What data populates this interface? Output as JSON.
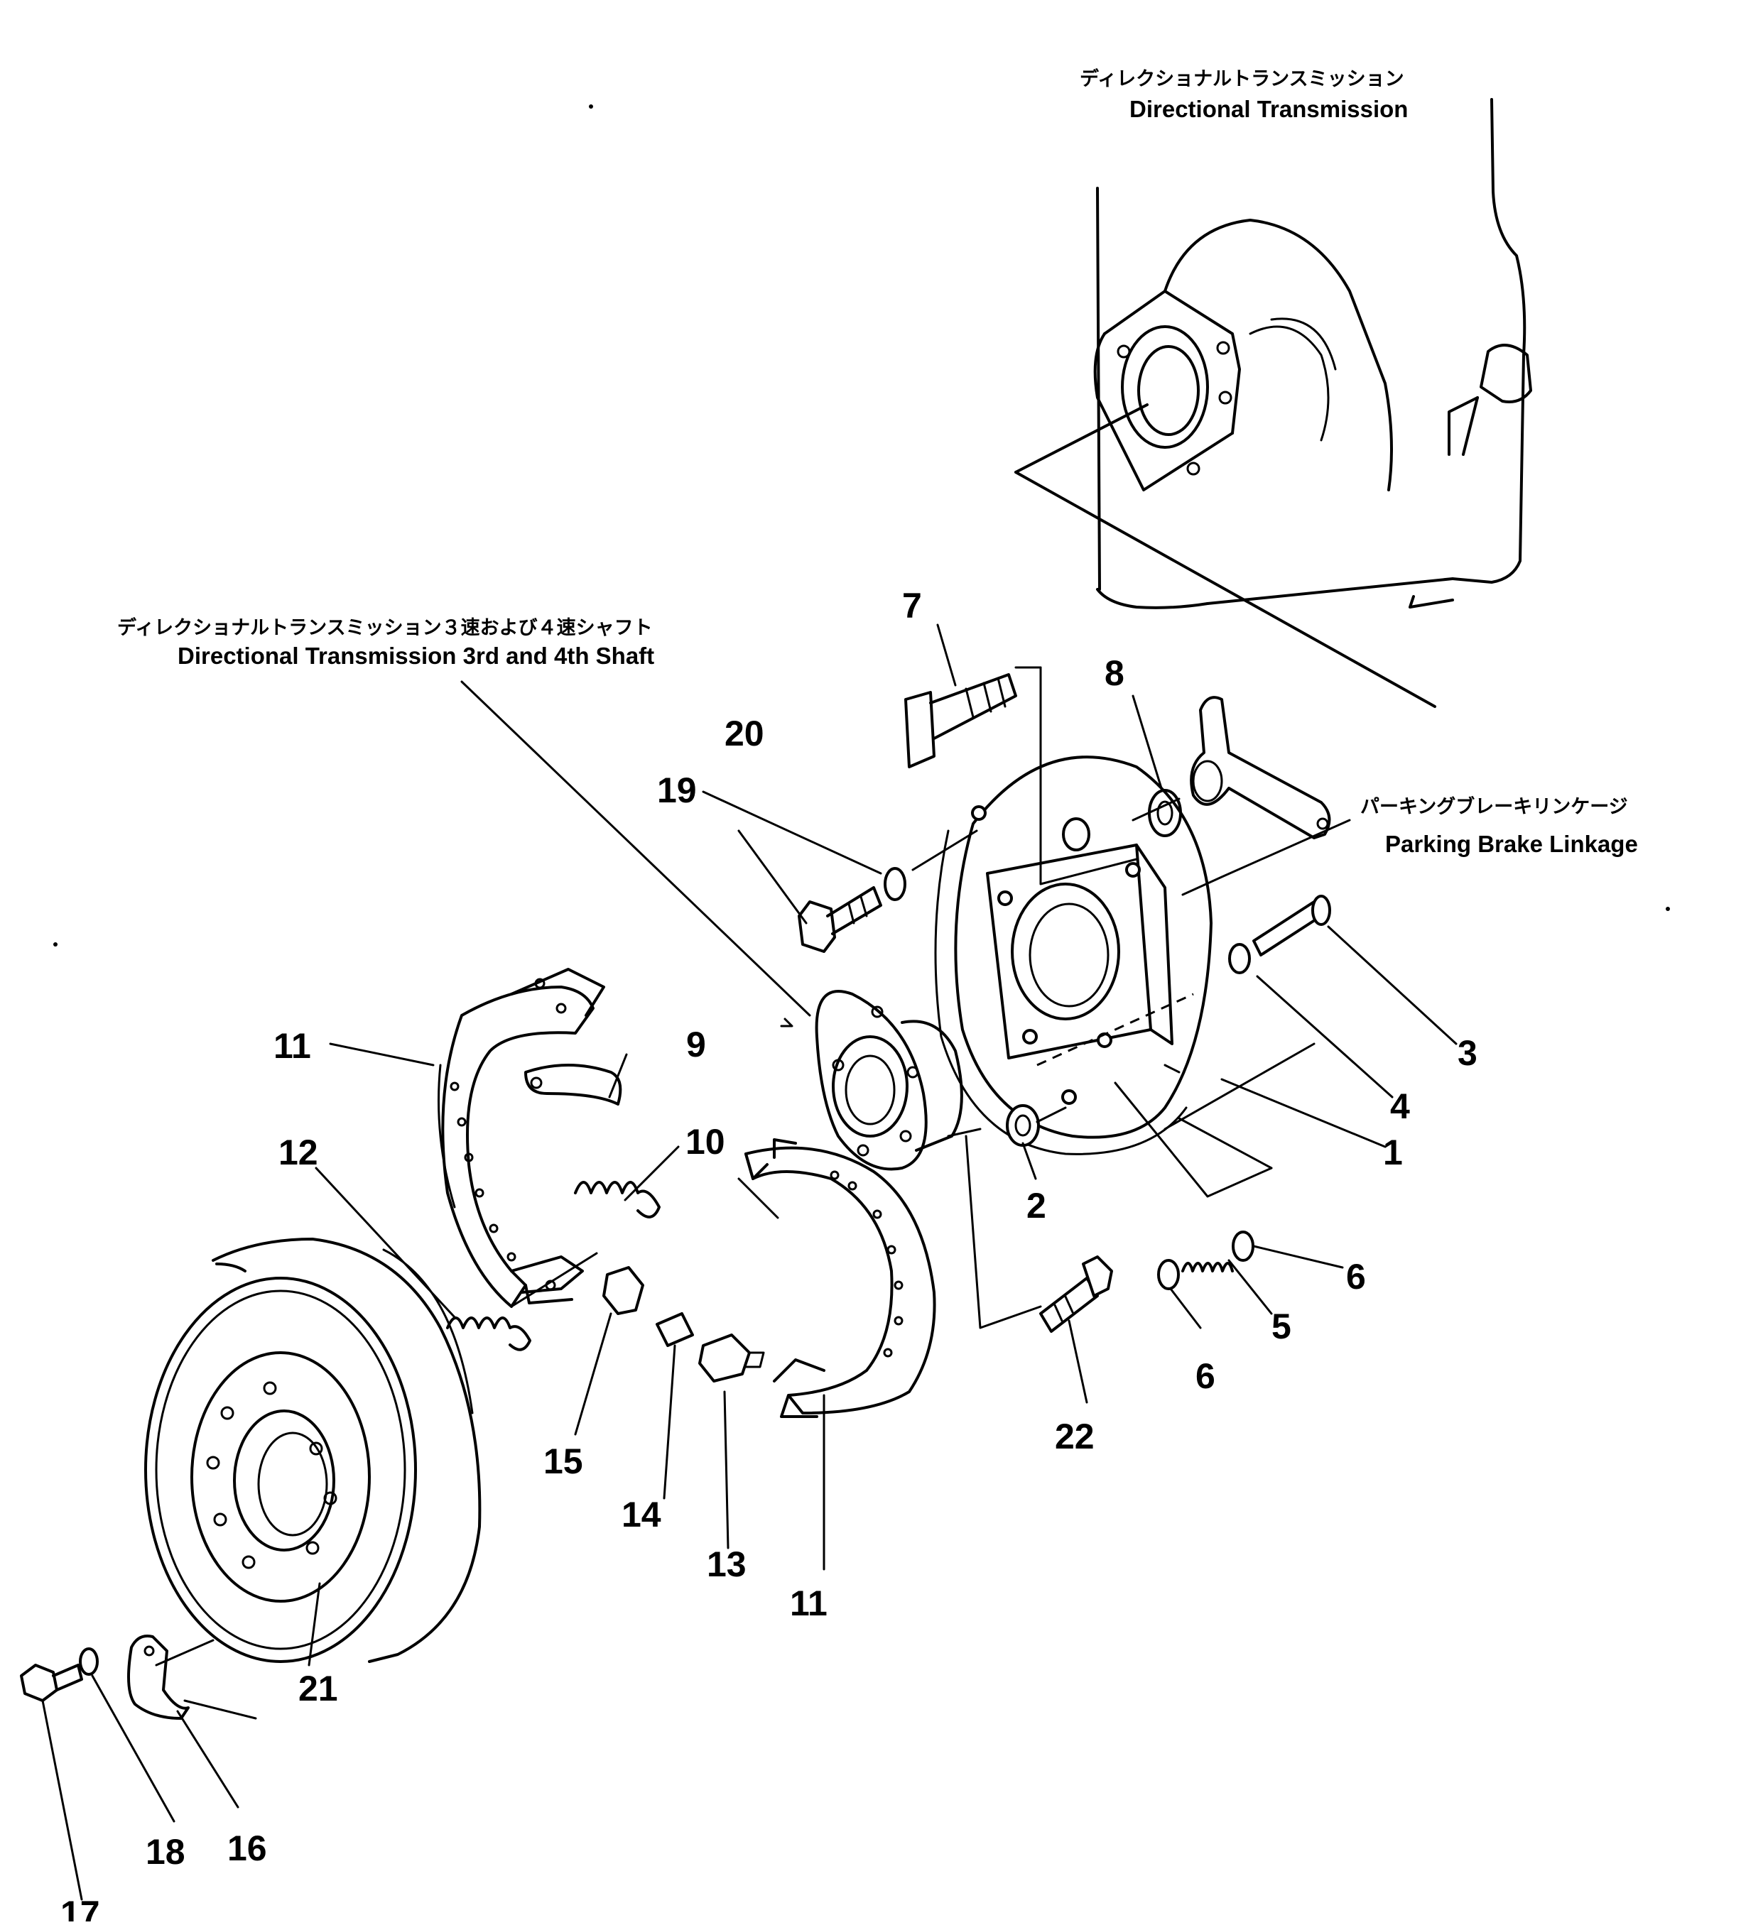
{
  "callouts": {
    "directional_transmission": {
      "jp": "ディレクショナルトランスミッション",
      "en": "Directional Transmission"
    },
    "shaft": {
      "jp": "ディレクショナルトランスミッション３速および４速シャフト",
      "en": "Directional Transmission 3rd and 4th Shaft"
    },
    "parking_brake_linkage": {
      "jp": "パーキングブレーキリンケージ",
      "en": "Parking Brake Linkage"
    }
  },
  "part_numbers": {
    "p1": "1",
    "p2": "2",
    "p3": "3",
    "p4": "4",
    "p5": "5",
    "p6a": "6",
    "p6b": "6",
    "p7": "7",
    "p8": "8",
    "p9": "9",
    "p10": "10",
    "p11a": "11",
    "p11b": "11",
    "p12": "12",
    "p13": "13",
    "p14": "14",
    "p15": "15",
    "p16": "16",
    "p17": "17",
    "p18": "18",
    "p19": "19",
    "p20": "20",
    "p21": "21",
    "p22": "22"
  }
}
